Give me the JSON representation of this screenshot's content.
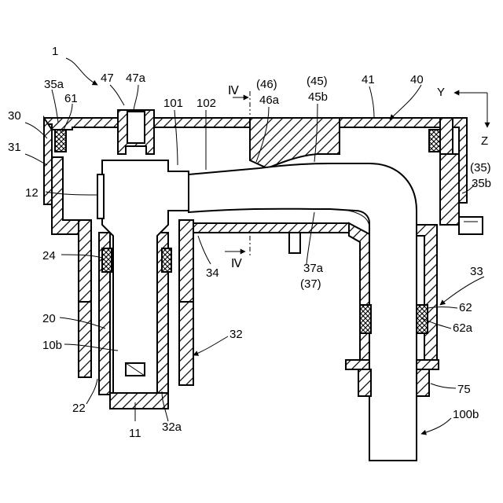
{
  "figure": {
    "labels": [
      {
        "id": "l-1",
        "text": "1"
      },
      {
        "id": "l-47",
        "text": "47"
      },
      {
        "id": "l-47a",
        "text": "47a"
      },
      {
        "id": "l-35a",
        "text": "35a"
      },
      {
        "id": "l-61",
        "text": "61"
      },
      {
        "id": "l-30",
        "text": "30"
      },
      {
        "id": "l-31",
        "text": "31"
      },
      {
        "id": "l-12",
        "text": "12"
      },
      {
        "id": "l-24",
        "text": "24"
      },
      {
        "id": "l-20",
        "text": "20"
      },
      {
        "id": "l-10b",
        "text": "10b"
      },
      {
        "id": "l-22",
        "text": "22"
      },
      {
        "id": "l-11",
        "text": "11"
      },
      {
        "id": "l-32a",
        "text": "32a"
      },
      {
        "id": "l-32",
        "text": "32"
      },
      {
        "id": "l-34",
        "text": "34"
      },
      {
        "id": "l-iv-bottom",
        "text": "Ⅳ"
      },
      {
        "id": "l-iv-top",
        "text": "Ⅳ"
      },
      {
        "id": "l-101",
        "text": "101"
      },
      {
        "id": "l-102",
        "text": "102"
      },
      {
        "id": "l-46p",
        "text": "(46)"
      },
      {
        "id": "l-46a",
        "text": "46a"
      },
      {
        "id": "l-45p",
        "text": "(45)"
      },
      {
        "id": "l-45b",
        "text": "45b"
      },
      {
        "id": "l-41",
        "text": "41"
      },
      {
        "id": "l-40",
        "text": "40"
      },
      {
        "id": "l-y",
        "text": "Y"
      },
      {
        "id": "l-z",
        "text": "Z"
      },
      {
        "id": "l-35p",
        "text": "(35)"
      },
      {
        "id": "l-35b",
        "text": "35b"
      },
      {
        "id": "l-37a",
        "text": "37a"
      },
      {
        "id": "l-37p",
        "text": "(37)"
      },
      {
        "id": "l-33",
        "text": "33"
      },
      {
        "id": "l-62",
        "text": "62"
      },
      {
        "id": "l-62a",
        "text": "62a"
      },
      {
        "id": "l-75",
        "text": "75"
      },
      {
        "id": "l-100b",
        "text": "100b"
      }
    ]
  }
}
